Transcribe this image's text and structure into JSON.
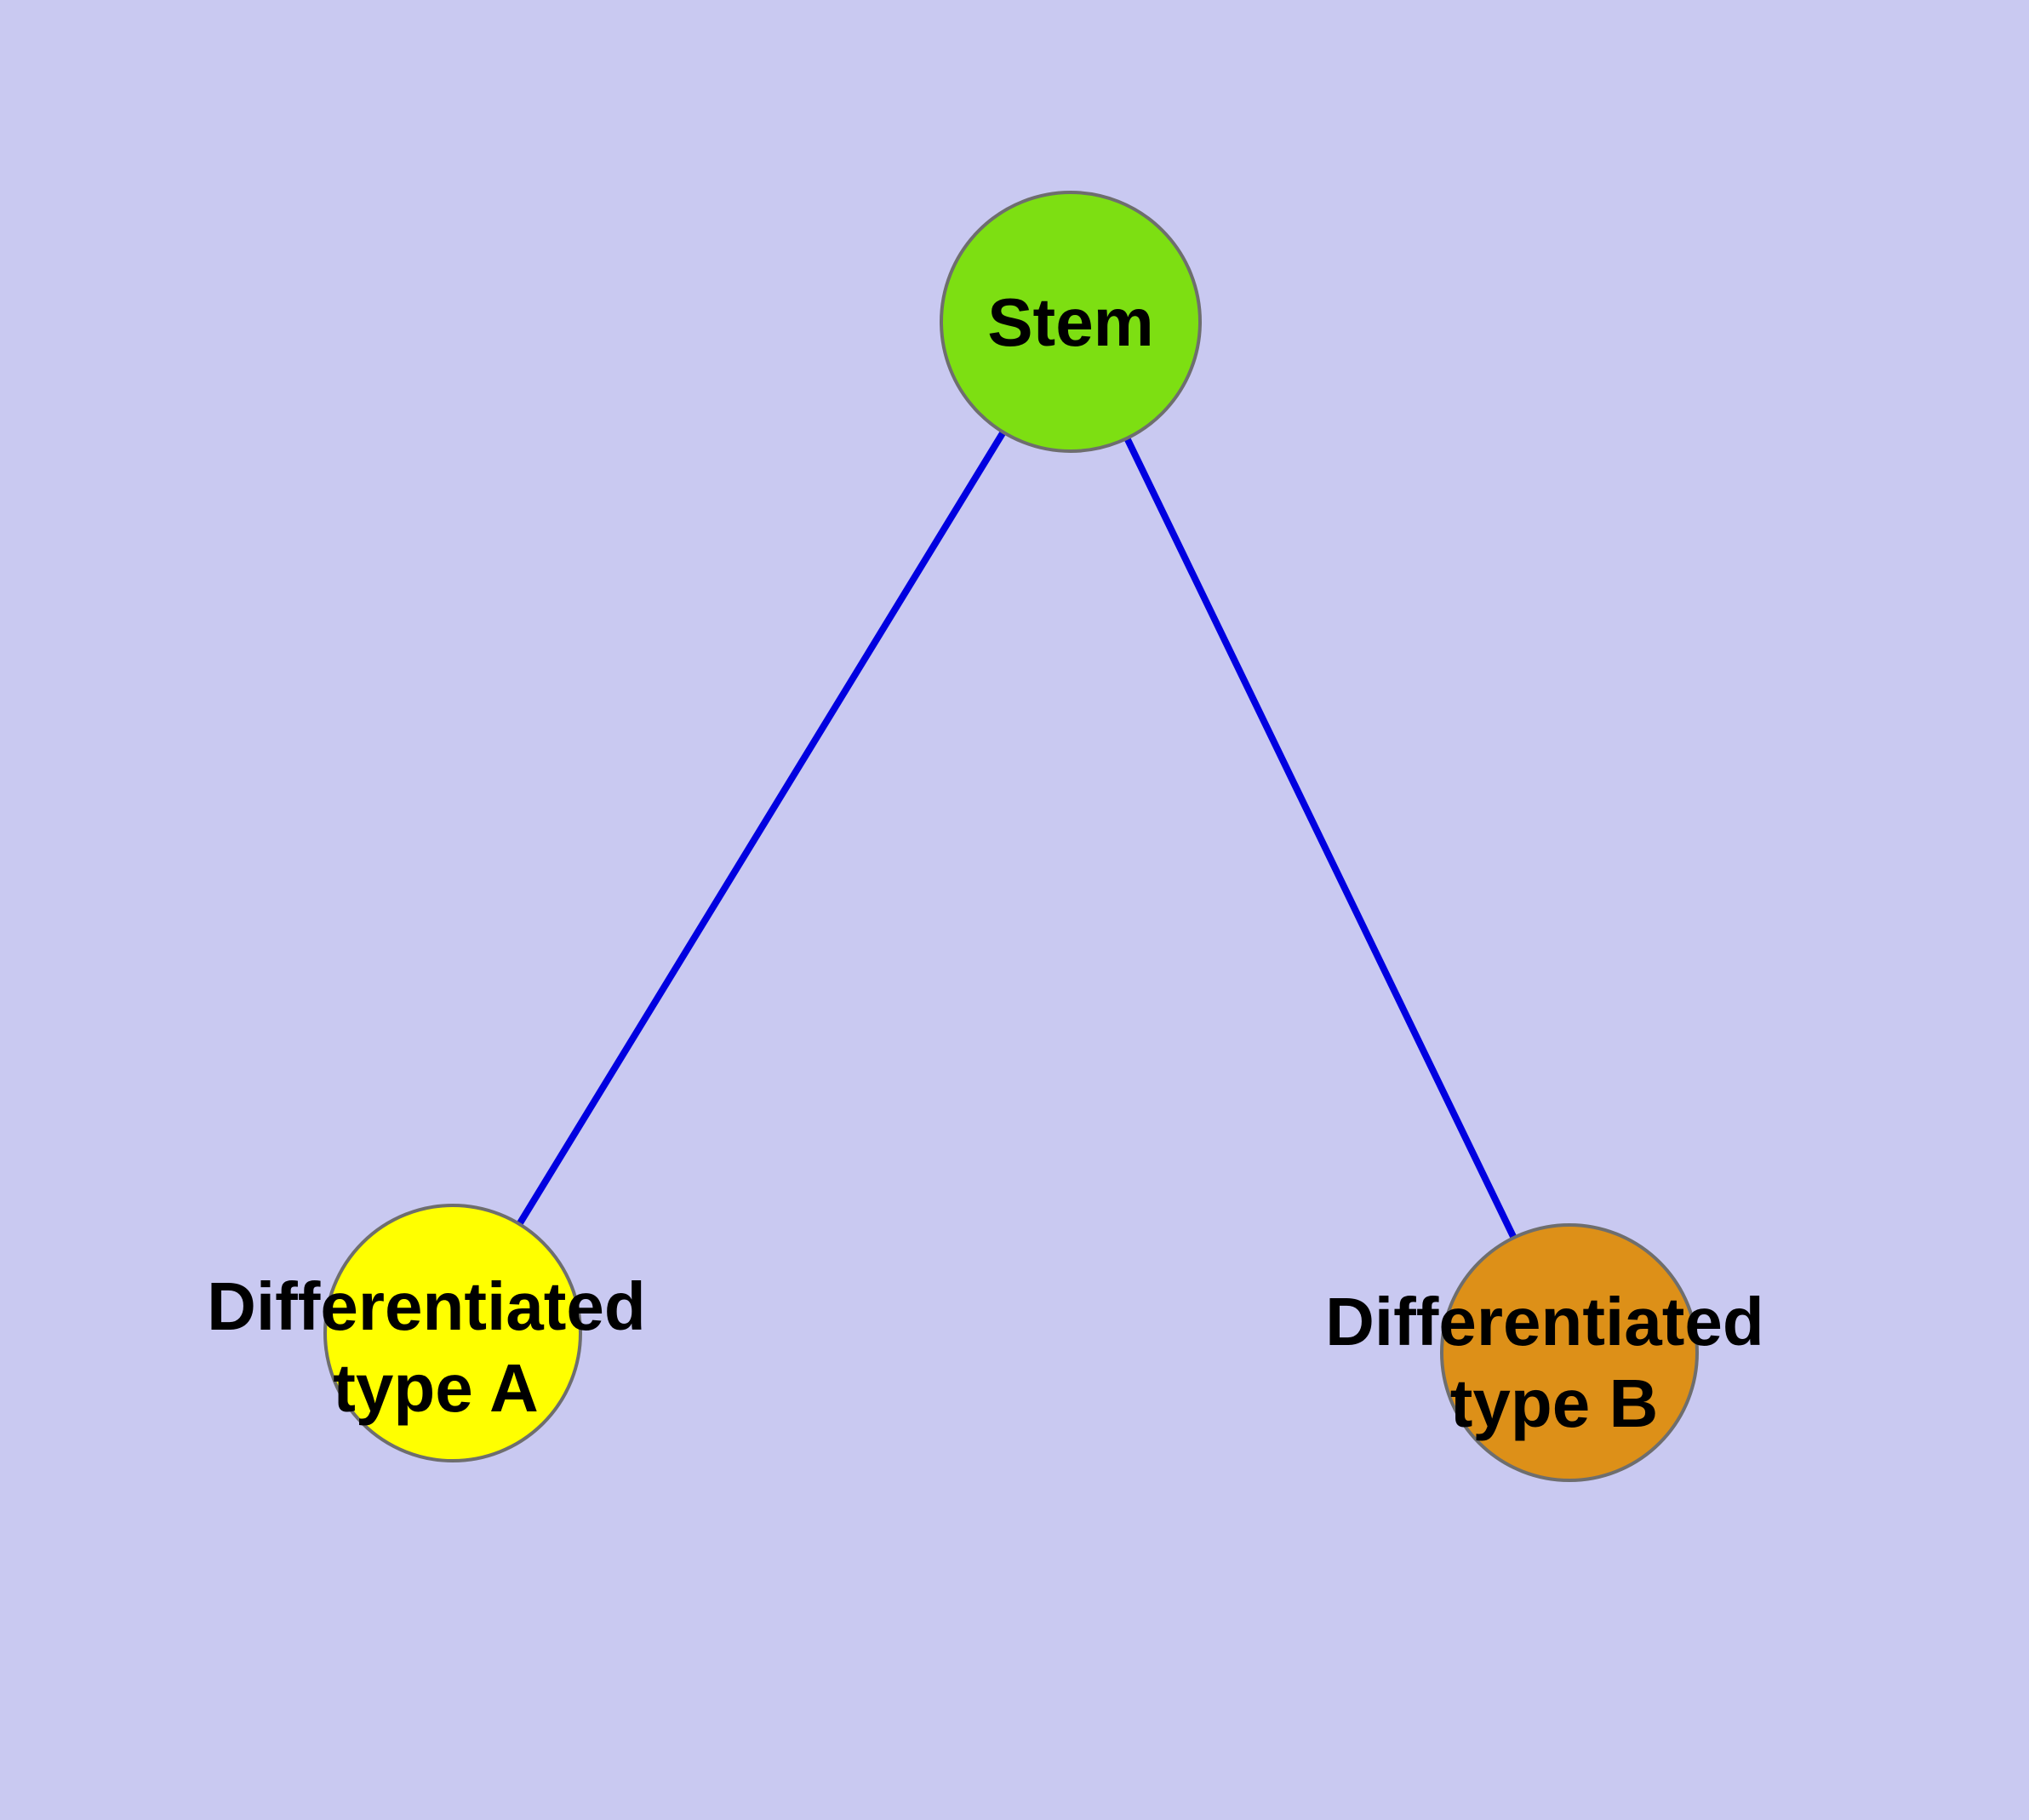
{
  "diagram": {
    "kind": "node-edge-graph",
    "colors": {
      "background": "#c9c9f1",
      "edge": "#0000e0",
      "node_border": "#6e6e6e",
      "label_text": "#000000",
      "stem_fill": "#7ddf12",
      "type_a_fill": "#ffff00",
      "type_b_fill": "#dd9018"
    },
    "nodes": {
      "stem": {
        "id": "stem",
        "label": "Stem"
      },
      "type_a": {
        "id": "type_a",
        "label_line1": "Differentiated",
        "label_line2": "type A"
      },
      "type_b": {
        "id": "type_b",
        "label_line1": "Differentiated",
        "label_line2": "type B"
      }
    },
    "edges": [
      {
        "from": "stem",
        "to": "type_a"
      },
      {
        "from": "stem",
        "to": "type_b"
      }
    ]
  }
}
